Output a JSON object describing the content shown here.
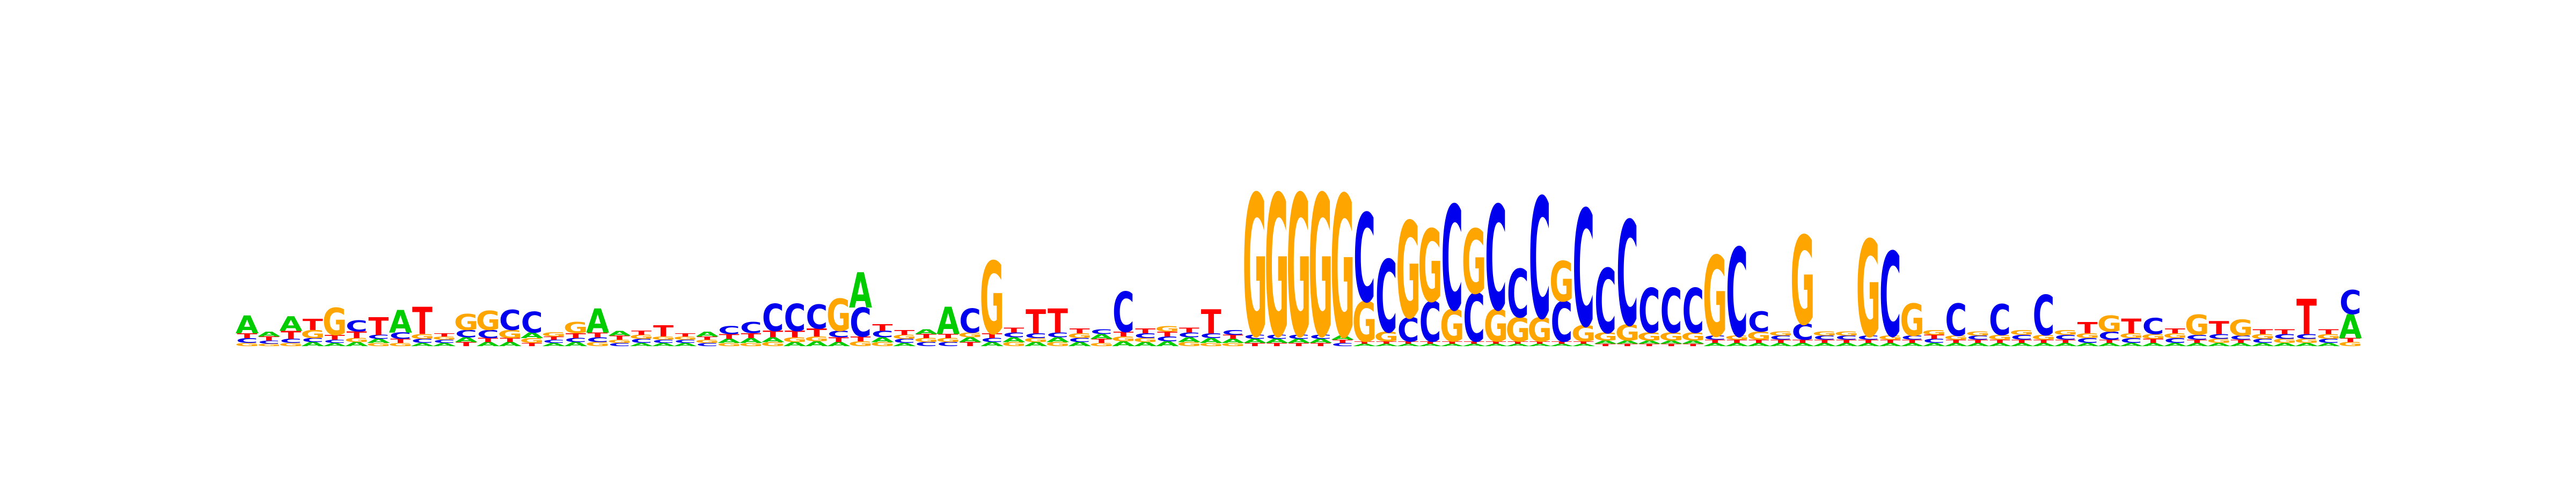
{
  "alphabet": [
    "A",
    "C",
    "G",
    "T"
  ],
  "colors": {
    "A": "#00cc00",
    "C": "#0000ee",
    "G": "#ffa500",
    "T": "#ff0000"
  },
  "max_bits": 2,
  "positions": [
    {
      "A": 0.22,
      "C": 0.06,
      "G": 0.04,
      "T": 0.06
    },
    {
      "A": 0.06,
      "C": 0.04,
      "G": 0.03,
      "T": 0.05
    },
    {
      "A": 0.18,
      "C": 0.05,
      "G": 0.04,
      "T": 0.1
    },
    {
      "A": 0.05,
      "C": 0.05,
      "G": 0.1,
      "T": 0.14
    },
    {
      "A": 0.04,
      "C": 0.04,
      "G": 0.34,
      "T": 0.06
    },
    {
      "A": 0.05,
      "C": 0.14,
      "G": 0.05,
      "T": 0.08
    },
    {
      "A": 0.05,
      "C": 0.05,
      "G": 0.04,
      "T": 0.22
    },
    {
      "A": 0.28,
      "C": 0.08,
      "G": 0.04,
      "T": 0.05
    },
    {
      "A": 0.04,
      "C": 0.05,
      "G": 0.06,
      "T": 0.34
    },
    {
      "A": 0.04,
      "C": 0.04,
      "G": 0.04,
      "T": 0.04
    },
    {
      "A": 0.06,
      "C": 0.09,
      "G": 0.2,
      "T": 0.05
    },
    {
      "A": 0.05,
      "C": 0.1,
      "G": 0.24,
      "T": 0.05
    },
    {
      "A": 0.05,
      "C": 0.25,
      "G": 0.1,
      "T": 0.05
    },
    {
      "A": 0.07,
      "C": 0.26,
      "G": 0.06,
      "T": 0.04
    },
    {
      "A": 0.04,
      "C": 0.04,
      "G": 0.05,
      "T": 0.04
    },
    {
      "A": 0.05,
      "C": 0.05,
      "G": 0.14,
      "T": 0.06
    },
    {
      "A": 0.3,
      "C": 0.06,
      "G": 0.05,
      "T": 0.06
    },
    {
      "A": 0.06,
      "C": 0.04,
      "G": 0.04,
      "T": 0.05
    },
    {
      "A": 0.04,
      "C": 0.05,
      "G": 0.05,
      "T": 0.05
    },
    {
      "A": 0.04,
      "C": 0.04,
      "G": 0.04,
      "T": 0.14
    },
    {
      "A": 0.04,
      "C": 0.04,
      "G": 0.04,
      "T": 0.04
    },
    {
      "A": 0.06,
      "C": 0.04,
      "G": 0.04,
      "T": 0.04
    },
    {
      "A": 0.05,
      "C": 0.1,
      "G": 0.04,
      "T": 0.06
    },
    {
      "A": 0.06,
      "C": 0.14,
      "G": 0.04,
      "T": 0.06
    },
    {
      "A": 0.06,
      "C": 0.34,
      "G": 0.05,
      "T": 0.08
    },
    {
      "A": 0.05,
      "C": 0.34,
      "G": 0.06,
      "T": 0.08
    },
    {
      "A": 0.06,
      "C": 0.3,
      "G": 0.06,
      "T": 0.1
    },
    {
      "A": 0.05,
      "C": 0.08,
      "G": 0.4,
      "T": 0.06
    },
    {
      "A": 0.44,
      "C": 0.36,
      "G": 0.06,
      "T": 0.06
    },
    {
      "A": 0.06,
      "C": 0.08,
      "G": 0.05,
      "T": 0.08
    },
    {
      "A": 0.04,
      "C": 0.05,
      "G": 0.05,
      "T": 0.06
    },
    {
      "A": 0.06,
      "C": 0.05,
      "G": 0.05,
      "T": 0.05
    },
    {
      "A": 0.34,
      "C": 0.05,
      "G": 0.05,
      "T": 0.05
    },
    {
      "A": 0.06,
      "C": 0.3,
      "G": 0.06,
      "T": 0.05
    },
    {
      "A": 0.05,
      "C": 0.05,
      "G": 0.9,
      "T": 0.06
    },
    {
      "A": 0.06,
      "C": 0.06,
      "G": 0.05,
      "T": 0.06
    },
    {
      "A": 0.05,
      "C": 0.06,
      "G": 0.05,
      "T": 0.3
    },
    {
      "A": 0.06,
      "C": 0.06,
      "G": 0.05,
      "T": 0.3
    },
    {
      "A": 0.05,
      "C": 0.05,
      "G": 0.06,
      "T": 0.06
    },
    {
      "A": 0.06,
      "C": 0.06,
      "G": 0.04,
      "T": 0.05
    },
    {
      "A": 0.06,
      "C": 0.5,
      "G": 0.06,
      "T": 0.06
    },
    {
      "A": 0.05,
      "C": 0.06,
      "G": 0.05,
      "T": 0.06
    },
    {
      "A": 0.06,
      "C": 0.06,
      "G": 0.07,
      "T": 0.06
    },
    {
      "A": 0.06,
      "C": 0.06,
      "G": 0.05,
      "T": 0.06
    },
    {
      "A": 0.06,
      "C": 0.06,
      "G": 0.04,
      "T": 0.3
    },
    {
      "A": 0.05,
      "C": 0.06,
      "G": 0.04,
      "T": 0.05
    },
    {
      "A": 0.05,
      "C": 0.05,
      "G": 1.76,
      "T": 0.04
    },
    {
      "A": 0.05,
      "C": 0.05,
      "G": 1.76,
      "T": 0.04
    },
    {
      "A": 0.05,
      "C": 0.05,
      "G": 1.76,
      "T": 0.04
    },
    {
      "A": 0.05,
      "C": 0.05,
      "G": 1.76,
      "T": 0.04
    },
    {
      "A": 0.05,
      "C": 0.04,
      "G": 1.76,
      "T": 0.04
    },
    {
      "A": 0.03,
      "C": 1.1,
      "G": 0.5,
      "T": 0.03
    },
    {
      "A": 0.03,
      "C": 0.9,
      "G": 0.12,
      "T": 0.03
    },
    {
      "A": 0.03,
      "C": 0.3,
      "G": 1.2,
      "T": 0.03
    },
    {
      "A": 0.03,
      "C": 0.5,
      "G": 0.9,
      "T": 0.03
    },
    {
      "A": 0.03,
      "C": 1.3,
      "G": 0.4,
      "T": 0.03
    },
    {
      "A": 0.03,
      "C": 0.6,
      "G": 0.8,
      "T": 0.03
    },
    {
      "A": 0.03,
      "C": 1.3,
      "G": 0.4,
      "T": 0.03
    },
    {
      "A": 0.03,
      "C": 0.6,
      "G": 0.3,
      "T": 0.03
    },
    {
      "A": 0.03,
      "C": 1.5,
      "G": 0.3,
      "T": 0.03
    },
    {
      "A": 0.03,
      "C": 0.5,
      "G": 0.5,
      "T": 0.03
    },
    {
      "A": 0.03,
      "C": 1.45,
      "G": 0.2,
      "T": 0.03
    },
    {
      "A": 0.04,
      "C": 0.8,
      "G": 0.1,
      "T": 0.03
    },
    {
      "A": 0.04,
      "C": 1.3,
      "G": 0.2,
      "T": 0.03
    },
    {
      "A": 0.04,
      "C": 0.55,
      "G": 0.1,
      "T": 0.03
    },
    {
      "A": 0.04,
      "C": 0.55,
      "G": 0.1,
      "T": 0.03
    },
    {
      "A": 0.04,
      "C": 0.55,
      "G": 0.1,
      "T": 0.03
    },
    {
      "A": 0.04,
      "C": 0.05,
      "G": 1.0,
      "T": 0.04
    },
    {
      "A": 0.04,
      "C": 1.1,
      "G": 0.05,
      "T": 0.04
    },
    {
      "A": 0.04,
      "C": 0.25,
      "G": 0.1,
      "T": 0.04
    },
    {
      "A": 0.04,
      "C": 0.05,
      "G": 0.05,
      "T": 0.04
    },
    {
      "A": 0.04,
      "C": 0.2,
      "G": 1.1,
      "T": 0.04
    },
    {
      "A": 0.04,
      "C": 0.05,
      "G": 0.05,
      "T": 0.04
    },
    {
      "A": 0.04,
      "C": 0.05,
      "G": 0.05,
      "T": 0.04
    },
    {
      "A": 0.04,
      "C": 0.05,
      "G": 1.2,
      "T": 0.04
    },
    {
      "A": 0.04,
      "C": 1.05,
      "G": 0.05,
      "T": 0.04
    },
    {
      "A": 0.04,
      "C": 0.05,
      "G": 0.4,
      "T": 0.04
    },
    {
      "A": 0.04,
      "C": 0.05,
      "G": 0.06,
      "T": 0.05
    },
    {
      "A": 0.04,
      "C": 0.4,
      "G": 0.05,
      "T": 0.04
    },
    {
      "A": 0.04,
      "C": 0.05,
      "G": 0.05,
      "T": 0.04
    },
    {
      "A": 0.04,
      "C": 0.38,
      "G": 0.06,
      "T": 0.04
    },
    {
      "A": 0.04,
      "C": 0.06,
      "G": 0.06,
      "T": 0.04
    },
    {
      "A": 0.04,
      "C": 0.5,
      "G": 0.06,
      "T": 0.04
    },
    {
      "A": 0.04,
      "C": 0.06,
      "G": 0.06,
      "T": 0.04
    },
    {
      "A": 0.04,
      "C": 0.06,
      "G": 0.06,
      "T": 0.14
    },
    {
      "A": 0.04,
      "C": 0.1,
      "G": 0.2,
      "T": 0.04
    },
    {
      "A": 0.04,
      "C": 0.06,
      "G": 0.06,
      "T": 0.18
    },
    {
      "A": 0.04,
      "C": 0.2,
      "G": 0.06,
      "T": 0.05
    },
    {
      "A": 0.04,
      "C": 0.06,
      "G": 0.06,
      "T": 0.06
    },
    {
      "A": 0.04,
      "C": 0.06,
      "G": 0.25,
      "T": 0.04
    },
    {
      "A": 0.04,
      "C": 0.06,
      "G": 0.05,
      "T": 0.16
    },
    {
      "A": 0.04,
      "C": 0.05,
      "G": 0.2,
      "T": 0.04
    },
    {
      "A": 0.04,
      "C": 0.05,
      "G": 0.06,
      "T": 0.06
    },
    {
      "A": 0.04,
      "C": 0.06,
      "G": 0.05,
      "T": 0.06
    },
    {
      "A": 0.04,
      "C": 0.06,
      "G": 0.05,
      "T": 0.44
    },
    {
      "A": 0.04,
      "C": 0.05,
      "G": 0.06,
      "T": 0.06
    },
    {
      "A": 0.3,
      "C": 0.3,
      "G": 0.05,
      "T": 0.05
    }
  ]
}
